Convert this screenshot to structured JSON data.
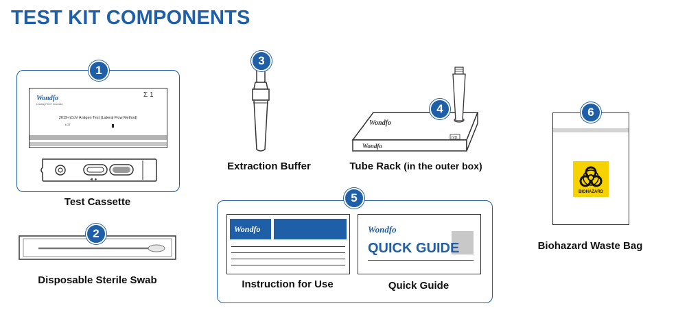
{
  "title": "TEST KIT COMPONENTS",
  "components": [
    {
      "number": "1",
      "label": "Test Cassette"
    },
    {
      "number": "2",
      "label": "Disposable Sterile Swab"
    },
    {
      "number": "3",
      "label": "Extraction Buffer"
    },
    {
      "number": "4",
      "label": "Tube Rack",
      "label_note": "(in the outer box)"
    },
    {
      "number": "5",
      "sub_items": [
        {
          "label": "Instruction for Use"
        },
        {
          "label": "Quick Guide"
        }
      ]
    },
    {
      "number": "6",
      "label": "Biohazard Waste Bag"
    }
  ],
  "cassette": {
    "brand": "Wondfo",
    "tagline": "Leading POCT Innovator",
    "test_name": "2019-nCoV Antigen Test (Lateral Flow Method)",
    "lot_label": "LOT",
    "symbol": "Σ 1",
    "window_marks": "◄ ●"
  },
  "tube_rack": {
    "brand": "Wondfo",
    "ivd": "IVD"
  },
  "instruction": {
    "brand": "Wondfo"
  },
  "quick_guide": {
    "brand": "Wondfo",
    "heading": "QUICK GUIDE"
  },
  "biohazard": {
    "label": "BIOHAZARD",
    "accent": "#f5d200"
  },
  "colors": {
    "brand_blue": "#1f5fa8",
    "outline": "#333333"
  }
}
